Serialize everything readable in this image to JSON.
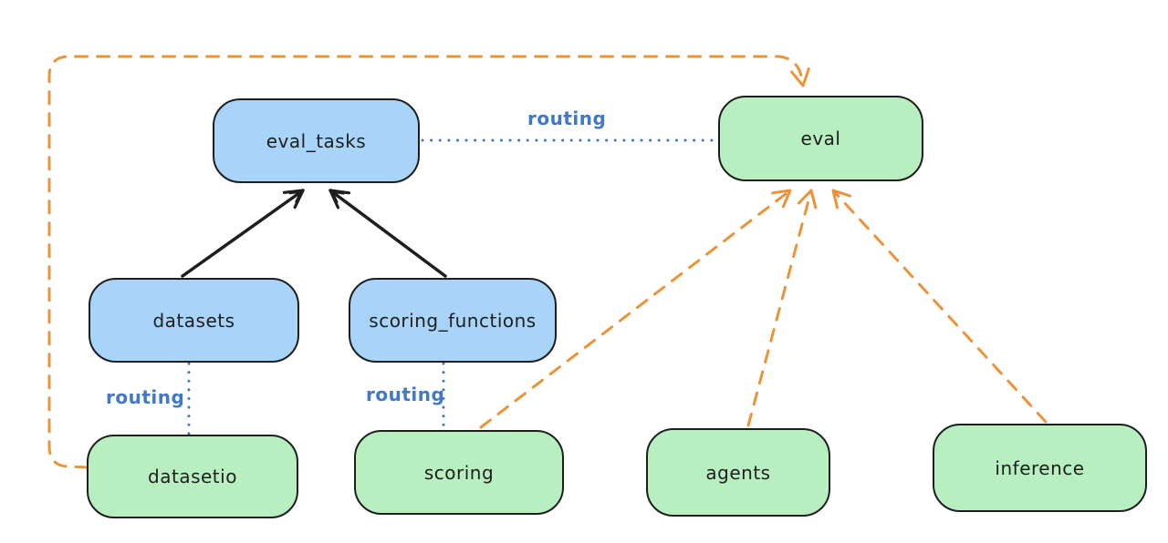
{
  "diagram": {
    "colors": {
      "background": "#ffffff",
      "stroke": "#1e1e1e",
      "blue_fill": "#a7d4f8",
      "green_fill": "#b7efc1",
      "routing_blue": "#4178c8",
      "orange": "#ec9339"
    },
    "nodes": {
      "eval_tasks": {
        "label": "eval_tasks",
        "color": "blue"
      },
      "eval": {
        "label": "eval",
        "color": "green"
      },
      "datasets": {
        "label": "datasets",
        "color": "blue"
      },
      "scoring_functions": {
        "label": "scoring_functions",
        "color": "blue"
      },
      "datasetio": {
        "label": "datasetio",
        "color": "green"
      },
      "scoring": {
        "label": "scoring",
        "color": "green"
      },
      "agents": {
        "label": "agents",
        "color": "green"
      },
      "inference": {
        "label": "inference",
        "color": "green"
      }
    },
    "routing_labels": {
      "eval_tasks_eval": "routing",
      "datasets_datasetio": "routing",
      "scoring_functions_scoring": "routing"
    },
    "edges": [
      {
        "from": "datasets",
        "to": "eval_tasks",
        "style": "solid-arrow",
        "color": "black"
      },
      {
        "from": "scoring_functions",
        "to": "eval_tasks",
        "style": "solid-arrow",
        "color": "black"
      },
      {
        "from": "eval_tasks",
        "to": "eval",
        "style": "dotted-line",
        "color": "blue",
        "label": "routing"
      },
      {
        "from": "datasets",
        "to": "datasetio",
        "style": "dotted-line",
        "color": "blue",
        "label": "routing"
      },
      {
        "from": "scoring_functions",
        "to": "scoring",
        "style": "dotted-line",
        "color": "blue",
        "label": "routing"
      },
      {
        "from": "datasetio",
        "to": "eval",
        "style": "dashed-arrow",
        "color": "orange"
      },
      {
        "from": "scoring",
        "to": "eval",
        "style": "dashed-arrow",
        "color": "orange"
      },
      {
        "from": "agents",
        "to": "eval",
        "style": "dashed-arrow",
        "color": "orange"
      },
      {
        "from": "inference",
        "to": "eval",
        "style": "dashed-arrow",
        "color": "orange"
      }
    ]
  }
}
